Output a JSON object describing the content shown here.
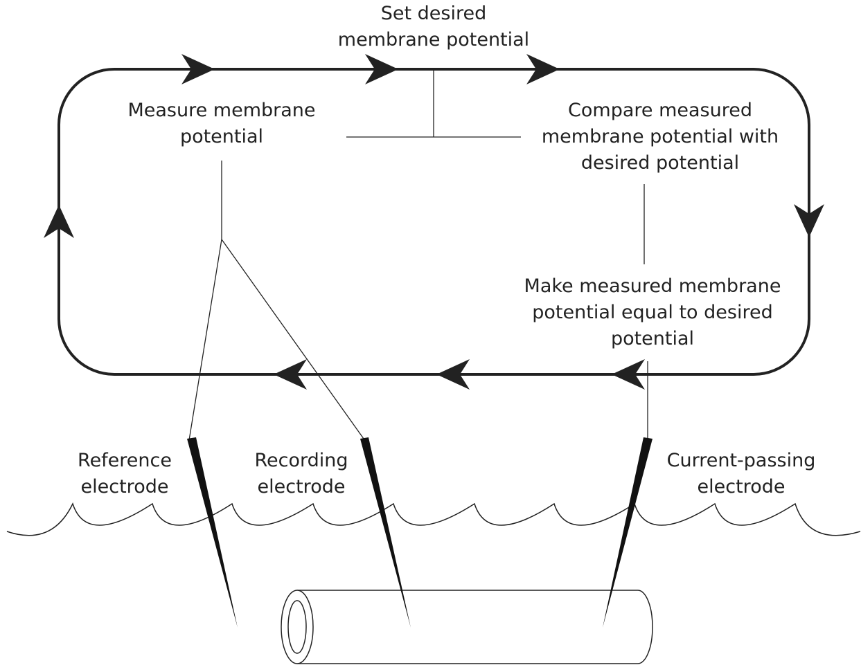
{
  "labels": {
    "set": [
      "Set desired",
      "membrane potential"
    ],
    "measure": [
      "Measure membrane",
      "potential"
    ],
    "compare": [
      "Compare measured",
      "membrane potential with",
      "desired potential"
    ],
    "make": [
      "Make measured membrane",
      "potential equal to desired",
      "potential"
    ],
    "reference": [
      "Reference",
      "electrode"
    ],
    "recording": [
      "Recording",
      "electrode"
    ],
    "current": [
      "Current-passing",
      "electrode"
    ]
  },
  "colors": {
    "line": "#222222",
    "background": "#ffffff"
  }
}
